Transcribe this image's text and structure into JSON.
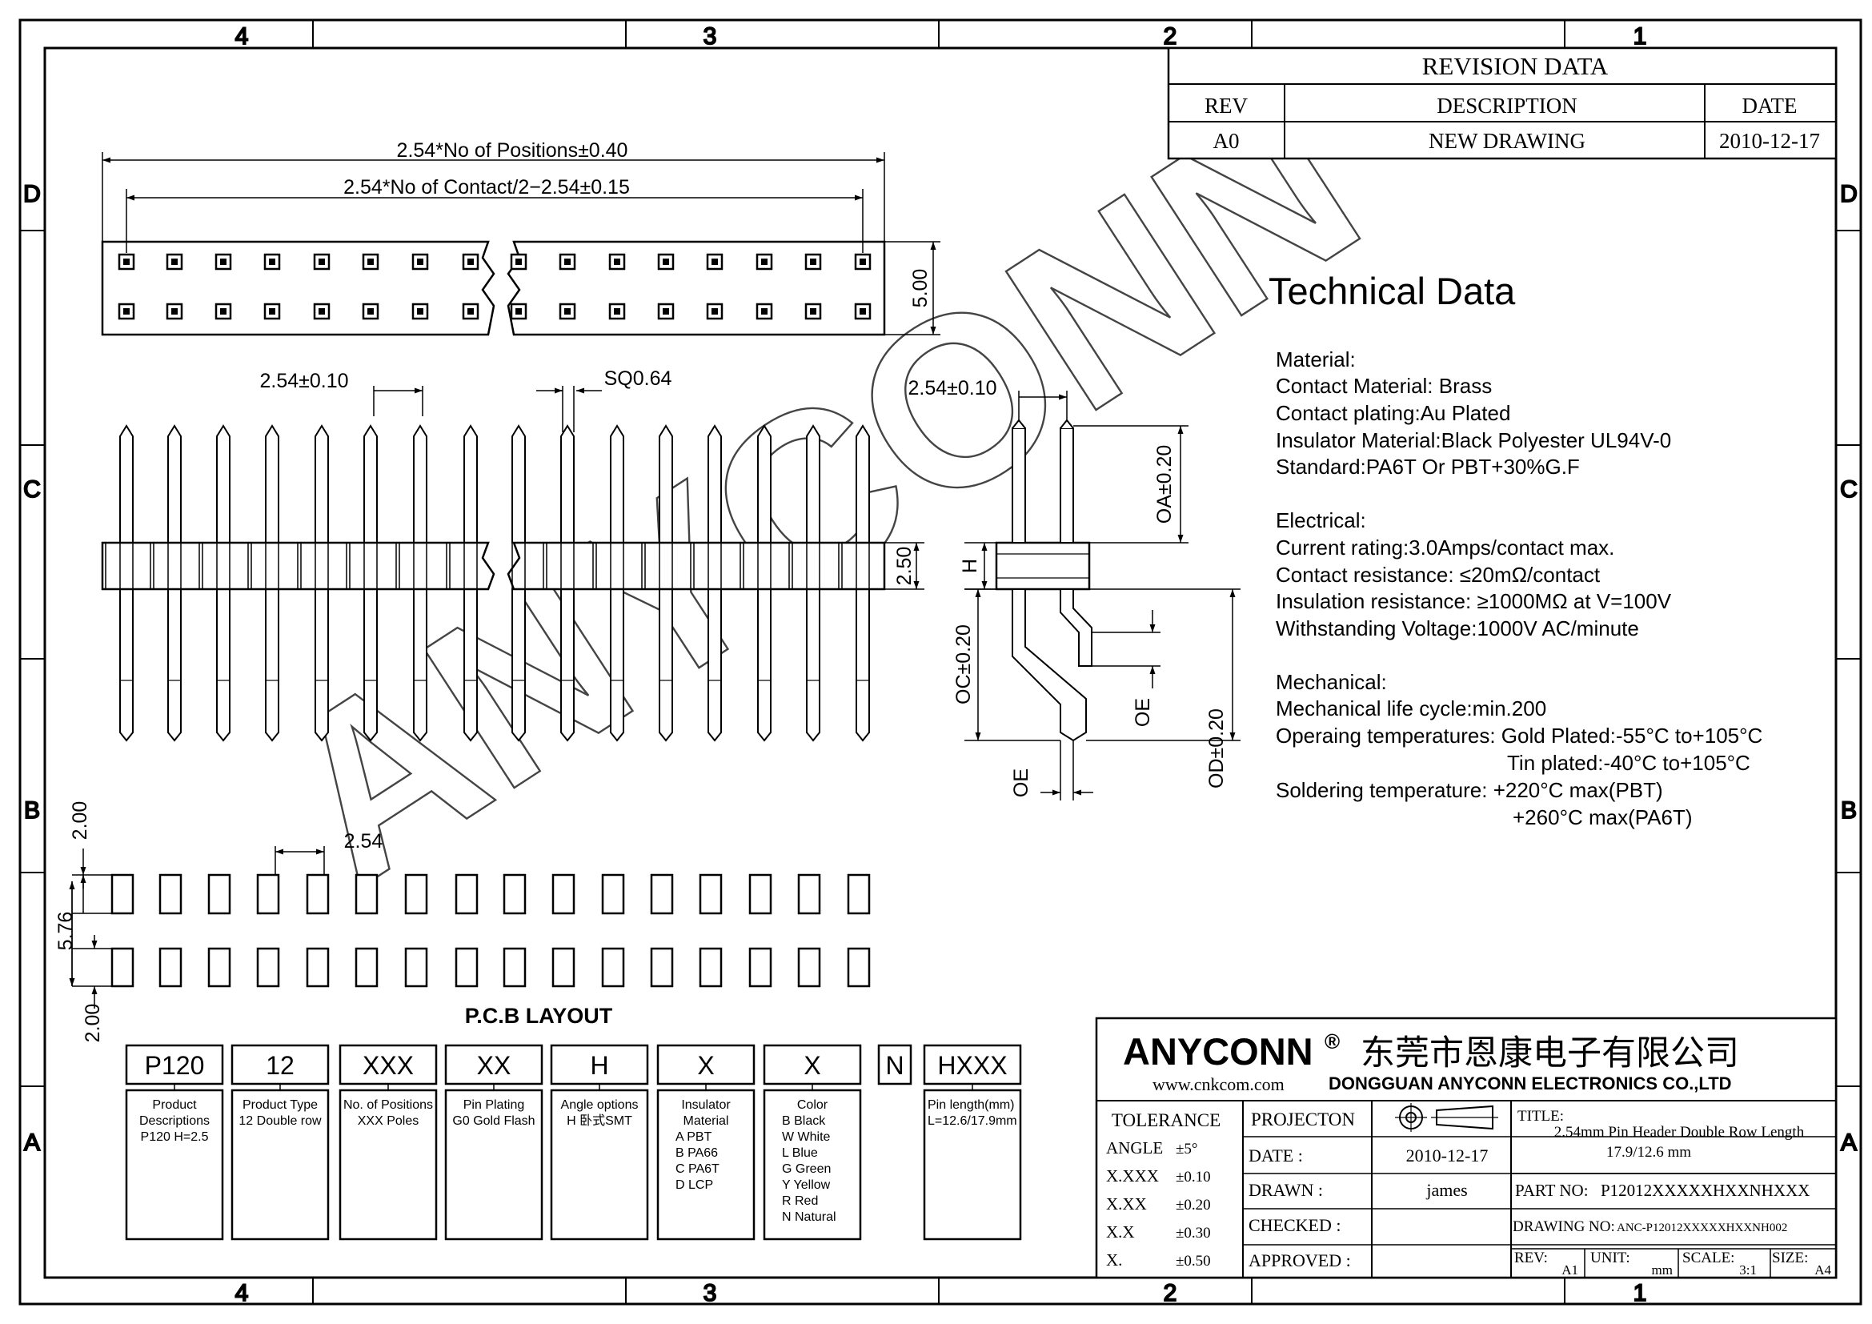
{
  "zones": {
    "columns": [
      "4",
      "3",
      "2",
      "1"
    ],
    "rows": [
      "D",
      "C",
      "B",
      "A"
    ]
  },
  "revision": {
    "title": "REVISION DATA",
    "headers": [
      "REV",
      "DESCRIPTION",
      "DATE"
    ],
    "row": [
      "A0",
      "NEW DRAWING",
      "2010-12-17"
    ]
  },
  "dimensions": {
    "overall": "2.54*No of Positions±0.40",
    "contact": "2.54*No of Contact/2−2.54±0.15",
    "height": "5.00",
    "pitch_front": "2.54±0.10",
    "pin_square": "SQ0.64",
    "pitch_side": "2.54±0.10",
    "body_height": "2.50",
    "h_label": "H",
    "oa": "OA±0.20",
    "oc": "OC±0.20",
    "od": "OD±0.20",
    "oe": "OE",
    "oe2": "OE",
    "pcb_2_00_top": "2.00",
    "pcb_5_76": "5.76",
    "pcb_2_00_bottom": "2.00",
    "pcb_pitch": "2.54"
  },
  "watermark": "ANYCONN",
  "technical": {
    "title": "Technical Data",
    "lines": [
      "Material:",
      "Contact Material: Brass",
      "Contact plating:Au Plated",
      "Insulator Material:Black Polyester UL94V-0",
      "Standard:PA6T Or PBT+30%G.F",
      "Electrical:",
      "Current rating:3.0Amps/contact max.",
      "Contact resistance: ≤20mΩ/contact",
      "Insulation resistance: ≥1000MΩ at V=100V",
      "Withstanding Voltage:1000V AC/minute",
      "Mechanical:",
      "Mechanical life cycle:min.200",
      "Operaing temperatures: Gold Plated:-55°C to+105°C",
      "Tin plated:-40°C to+105°C",
      "Soldering temperature: +220°C max(PBT)",
      "+260°C max(PA6T)"
    ]
  },
  "pcb_layout_label": "P.C.B LAYOUT",
  "part_code": {
    "codes": [
      "P120",
      "12",
      "XXX",
      "XX",
      "H",
      "X",
      "X",
      "N",
      "HXXX"
    ],
    "descriptions": [
      [
        "Product",
        "Descriptions",
        "P120  H=2.5"
      ],
      [
        "Product Type",
        "12  Double row"
      ],
      [
        "No. of Positions",
        "XXX Poles"
      ],
      [
        "Pin Plating",
        "G0  Gold Flash"
      ],
      [
        "Angle options",
        "H    卧式SMT"
      ],
      [
        "Insulator",
        "Material",
        "A    PBT",
        "B    PA66",
        "C    PA6T",
        "D    LCP"
      ],
      [
        "Color",
        "B    Black",
        "W   White",
        "L    Blue",
        "G    Green",
        "Y    Yellow",
        "R    Red",
        "N    Natural"
      ],
      [],
      [
        "Pin length(mm)",
        "L=12.6/17.9mm"
      ]
    ]
  },
  "title_block": {
    "brand": "ANYCONN",
    "registered": "®",
    "chinese_name": "东莞市恩康电子有限公司",
    "website": "www.cnkcom.com",
    "company": "DONGGUAN  ANYCONN  ELECTRONICS CO.,LTD",
    "tolerance_label": "TOLERANCE",
    "tolerances": [
      [
        "ANGLE",
        "±5°"
      ],
      [
        "X.XXX",
        "±0.10"
      ],
      [
        "X.XX",
        "±0.20"
      ],
      [
        "X.X",
        "±0.30"
      ],
      [
        "X.",
        "±0.50"
      ]
    ],
    "projection": "PROJECTON",
    "date_label": "DATE :",
    "date_value": "2010-12-17",
    "drawn_label": "DRAWN :",
    "drawn_value": "james",
    "checked_label": "CHECKED :",
    "approved_label": "APPROVED :",
    "title_label": "TITLE:",
    "title_line1": "2.54mm Pin Header Double Row  Length",
    "title_line2": "17.9/12.6 mm",
    "part_no_label": "PART NO:",
    "part_no": "P12012XXXXXHXXNHXXX",
    "drawing_no_label": "DRAWING NO:",
    "drawing_no": "ANC-P12012XXXXXHXXNH002",
    "rev_label": "REV:",
    "rev_value": "A1",
    "unit_label": "UNIT:",
    "unit_value": "mm",
    "scale_label": "SCALE:",
    "scale_value": "3:1",
    "size_label": "SIZE:",
    "size_value": "A4"
  }
}
